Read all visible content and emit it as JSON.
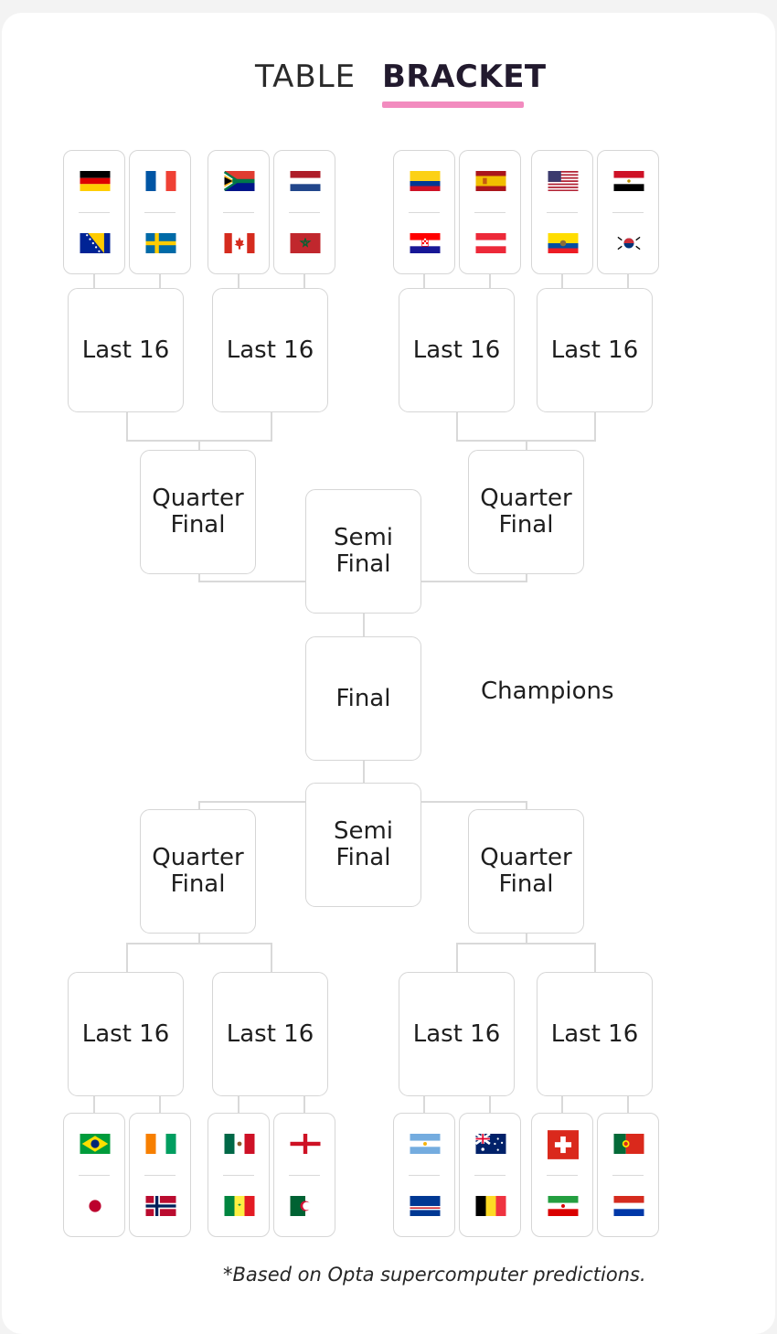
{
  "tabs": {
    "table": "TABLE",
    "bracket": "BRACKET"
  },
  "colors": {
    "accent_underline": "#f28bbf",
    "border": "#d6d6d6",
    "connector": "#d9d9d9"
  },
  "rounds": {
    "last16": "Last 16",
    "quarter_line1": "Quarter",
    "quarter_line2": "Final",
    "semi_line1": "Semi",
    "semi_line2": "Final",
    "final": "Final",
    "champions": "Champions"
  },
  "top_matches": [
    {
      "teams": [
        "germany-flag",
        "bosnia-and-herzegovina-flag"
      ]
    },
    {
      "teams": [
        "france-flag",
        "sweden-flag"
      ]
    },
    {
      "teams": [
        "south-africa-flag",
        "canada-flag"
      ]
    },
    {
      "teams": [
        "netherlands-flag",
        "morocco-flag"
      ]
    },
    {
      "teams": [
        "colombia-flag",
        "croatia-flag"
      ]
    },
    {
      "teams": [
        "spain-flag",
        "austria-flag"
      ]
    },
    {
      "teams": [
        "usa-flag",
        "ecuador-flag"
      ]
    },
    {
      "teams": [
        "egypt-flag",
        "south-korea-flag"
      ]
    }
  ],
  "bottom_matches": [
    {
      "teams": [
        "brazil-flag",
        "japan-flag"
      ]
    },
    {
      "teams": [
        "ivory-coast-flag",
        "norway-flag"
      ]
    },
    {
      "teams": [
        "mexico-flag",
        "senegal-flag"
      ]
    },
    {
      "teams": [
        "england-flag",
        "algeria-flag"
      ]
    },
    {
      "teams": [
        "argentina-flag",
        "cape-verde-flag"
      ]
    },
    {
      "teams": [
        "australia-flag",
        "belgium-flag"
      ]
    },
    {
      "teams": [
        "switzerland-flag",
        "iran-flag"
      ]
    },
    {
      "teams": [
        "portugal-flag",
        "paraguay-flag"
      ]
    }
  ],
  "footnote": "*Based on Opta supercomputer predictions."
}
